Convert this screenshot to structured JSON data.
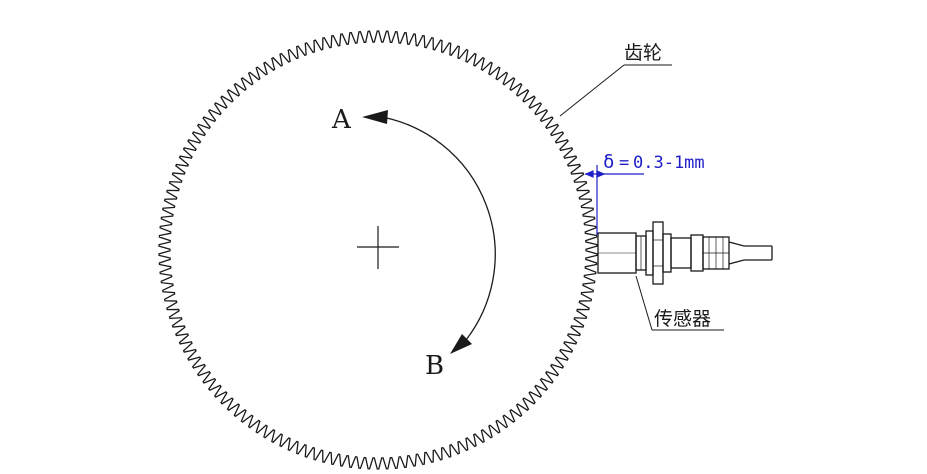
{
  "labels": {
    "gear": "齿轮",
    "sensor": "传感器",
    "point_a": "A",
    "point_b": "B"
  },
  "gap_dimension": {
    "symbol": "δ",
    "equals": "=",
    "value": "0.3-1mm"
  },
  "colors": {
    "line": "#1a1a1a",
    "dimension": "#1f1fc8",
    "background": "#ffffff"
  }
}
